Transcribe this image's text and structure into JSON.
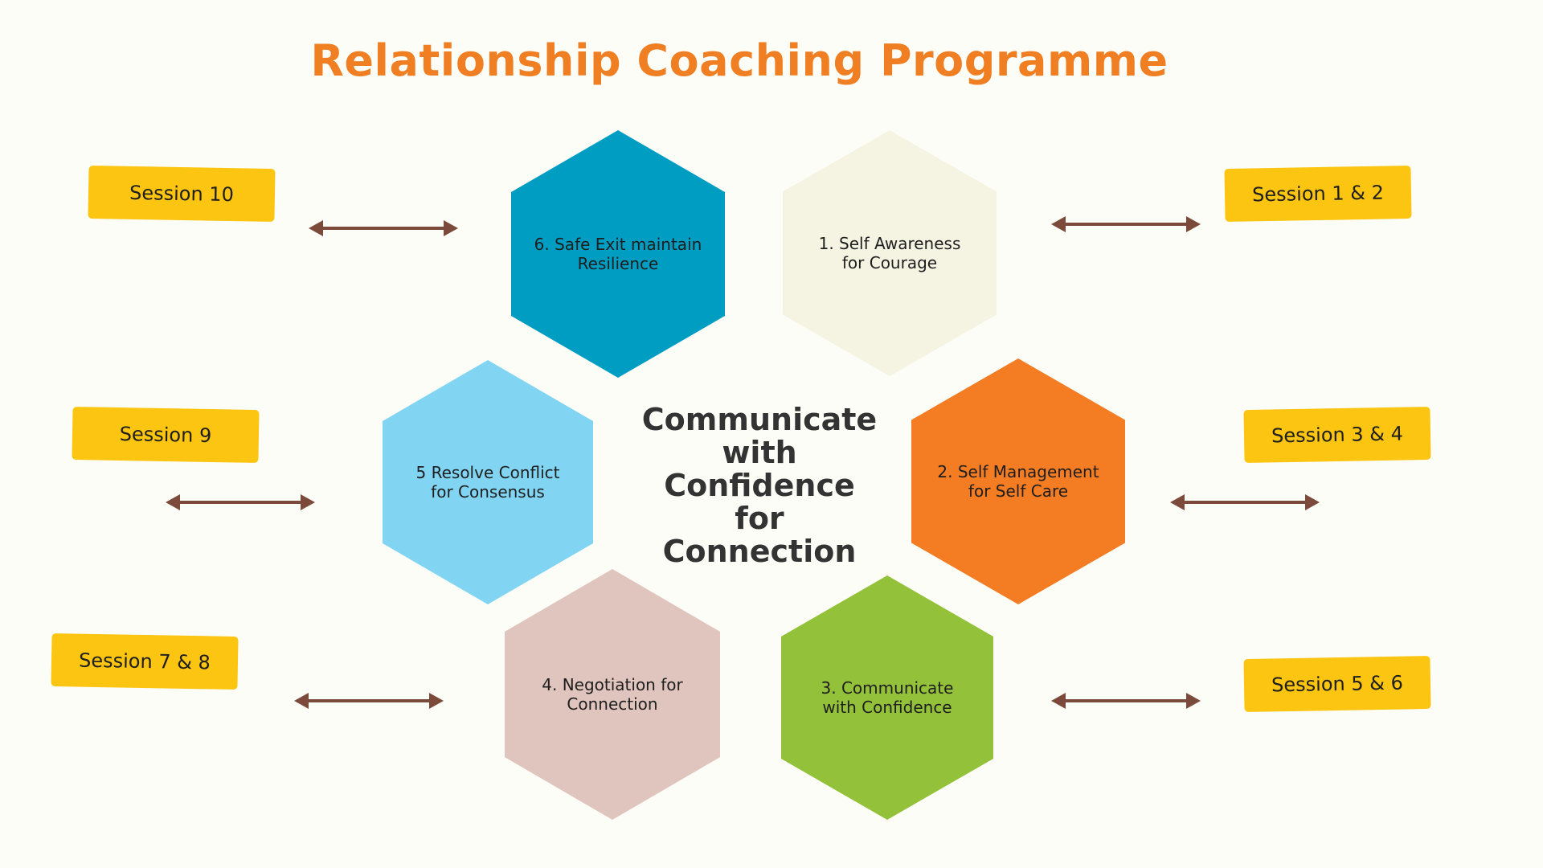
{
  "title": "Relationship Coaching Programme",
  "center_text": "Communicate\nwith\nConfidence\nfor\nConnection",
  "colors": {
    "title": "#ef7f22",
    "tag": "#fcc511",
    "arrow": "#7c4a3a",
    "center_text": "#333333"
  },
  "hexagons": [
    {
      "label": "1.  Self Awareness\nfor Courage",
      "color": "#f5f3e1"
    },
    {
      "label": "2. Self Management\nfor Self Care",
      "color": "#f47c22"
    },
    {
      "label": "3. Communicate\nwith Confidence",
      "color": "#94c13a"
    },
    {
      "label": "4. Negotiation for\nConnection",
      "color": "#e0c4be"
    },
    {
      "label": "5 Resolve Conflict\nfor Consensus",
      "color": "#81d5f2"
    },
    {
      "label": "6. Safe Exit maintain\nResilience",
      "color": "#009dc3"
    }
  ],
  "sessions": [
    {
      "label": "Session 10"
    },
    {
      "label": "Session 1 & 2"
    },
    {
      "label": "Session 9"
    },
    {
      "label": "Session 3 & 4"
    },
    {
      "label": "Session 7 & 8"
    },
    {
      "label": "Session 5 & 6"
    }
  ]
}
